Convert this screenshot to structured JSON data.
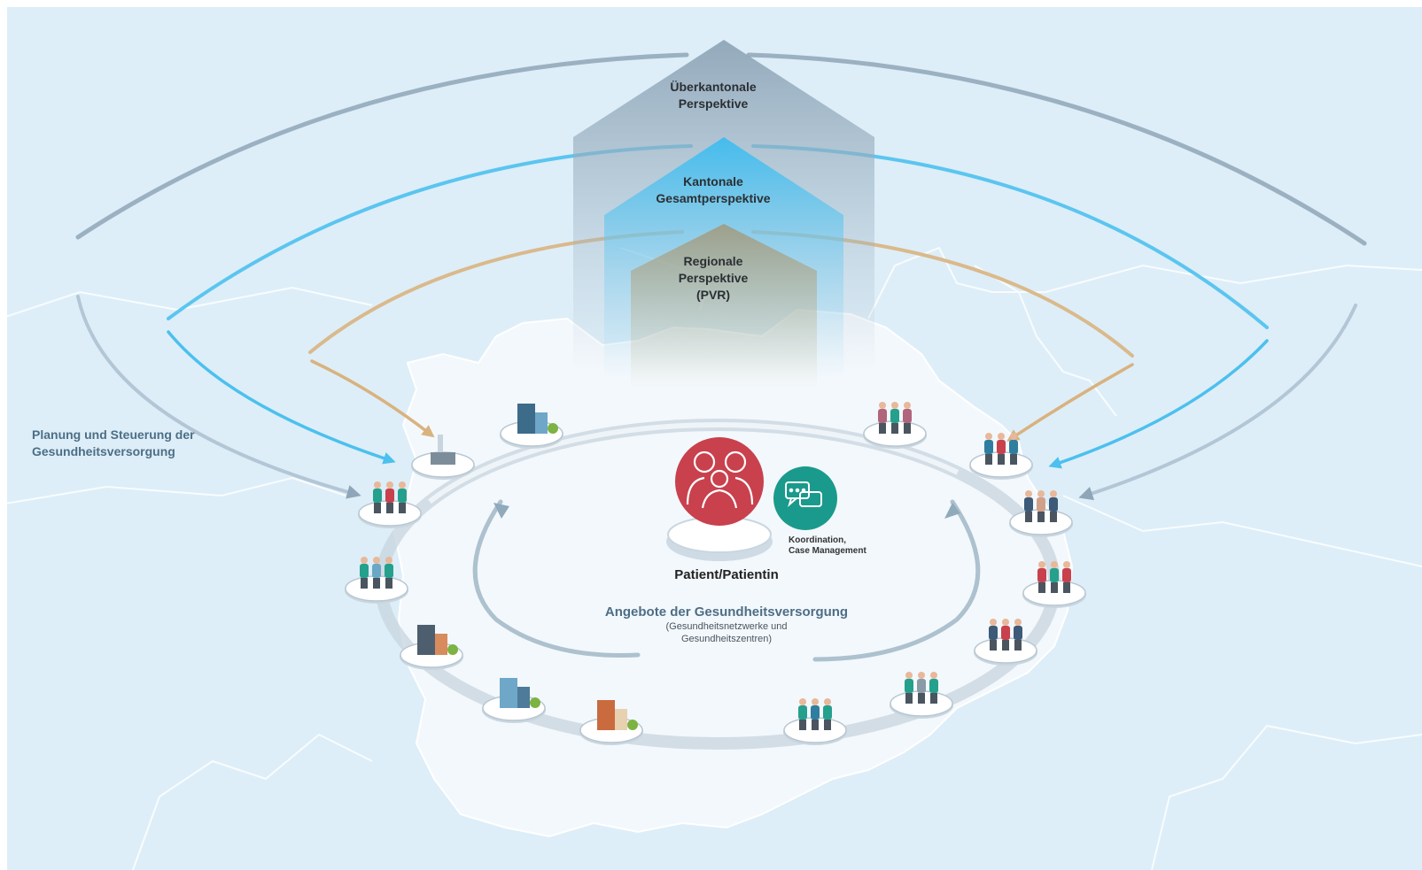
{
  "levels": {
    "ueberkantonal": [
      "Überkantonale",
      "Perspektive"
    ],
    "kantonal": [
      "Kantonale",
      "Gesamtperspektive"
    ],
    "regional": [
      "Regionale",
      "Perspektive",
      "(PVR)"
    ]
  },
  "side_label": [
    "Planung und Steuerung der",
    "Gesundheitsversorgung"
  ],
  "center": {
    "patient_label": "Patient/Patientin",
    "coordination_label": [
      "Koordination,",
      "Case Management"
    ]
  },
  "offerings": {
    "title": "Angebote der Gesundheitsversorgung",
    "subtitle": [
      "(Gesundheitsnetzwerke und",
      "Gesundheitszentren)"
    ]
  },
  "colors": {
    "background": "#ddeef8",
    "map_land": "#f3f8fc",
    "ueberkantonal": "#8fa6b8",
    "kantonal": "#4cc0ee",
    "regional": "#d9b27e",
    "patient": "#c8414d",
    "coordination": "#1a9a8c"
  },
  "nodes": [
    {
      "name": "node-hospital",
      "icon": "hospital-building-icon"
    },
    {
      "name": "node-lab",
      "icon": "lab-workstation-icon"
    },
    {
      "name": "node-care-team",
      "icon": "care-team-icon"
    },
    {
      "name": "node-doctors",
      "icon": "doctors-group-icon"
    },
    {
      "name": "node-houses",
      "icon": "houses-icon"
    },
    {
      "name": "node-clinic",
      "icon": "clinic-building-icon"
    },
    {
      "name": "node-townhouses",
      "icon": "townhouses-icon"
    },
    {
      "name": "node-staff-center",
      "icon": "staff-group-icon"
    },
    {
      "name": "node-staff-right",
      "icon": "team-members-icon"
    },
    {
      "name": "node-couple",
      "icon": "family-icon"
    },
    {
      "name": "node-wheelchair",
      "icon": "wheelchair-icon"
    },
    {
      "name": "node-consultation",
      "icon": "consultation-icon"
    },
    {
      "name": "node-patient-bed",
      "icon": "patient-bed-icon"
    },
    {
      "name": "node-walker",
      "icon": "walker-icon"
    }
  ]
}
